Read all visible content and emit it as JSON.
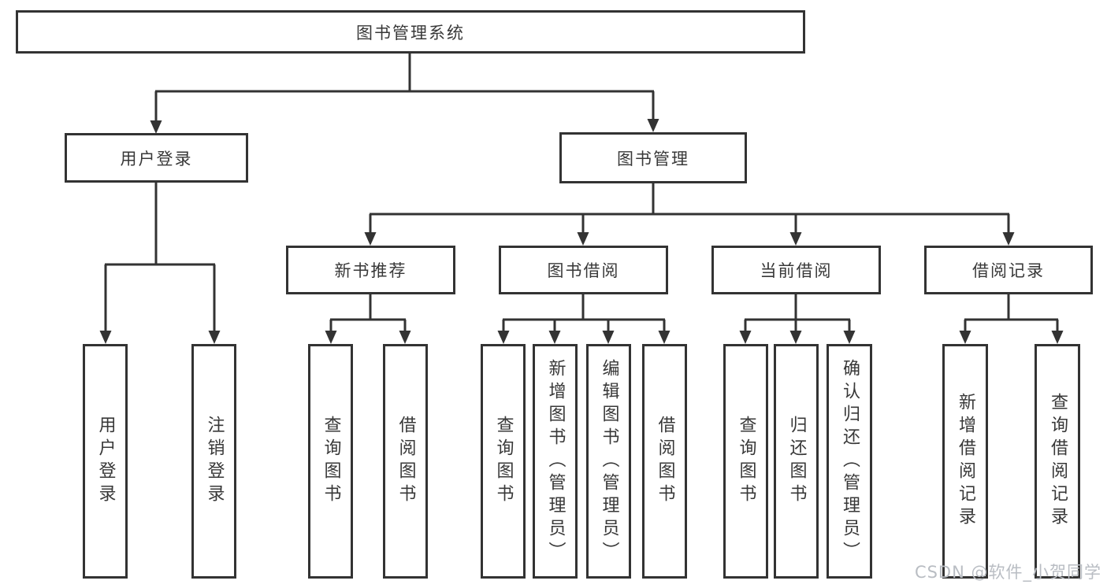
{
  "diagram": {
    "root": "图书管理系统",
    "login_branch": {
      "label": "用户登录",
      "children": [
        "用户登录",
        "注销登录"
      ]
    },
    "mgmt_branch": {
      "label": "图书管理",
      "modules": [
        {
          "label": "新书推荐",
          "children": [
            "查询图书",
            "借阅图书"
          ]
        },
        {
          "label": "图书借阅",
          "children": [
            "查询图书",
            "新增图书（管理员）",
            "编辑图书（管理员）",
            "借阅图书"
          ]
        },
        {
          "label": "当前借阅",
          "children": [
            "查询图书",
            "归还图书",
            "确认归还（管理员）"
          ]
        },
        {
          "label": "借阅记录",
          "children": [
            "新增借阅记录",
            "查询借阅记录"
          ]
        }
      ]
    },
    "watermark": "CSDN @软件_小贺同学",
    "colors": {
      "line": "#333333",
      "text": "#383838",
      "box_background": "#ffffff",
      "watermark": "#b9bdc3"
    }
  }
}
